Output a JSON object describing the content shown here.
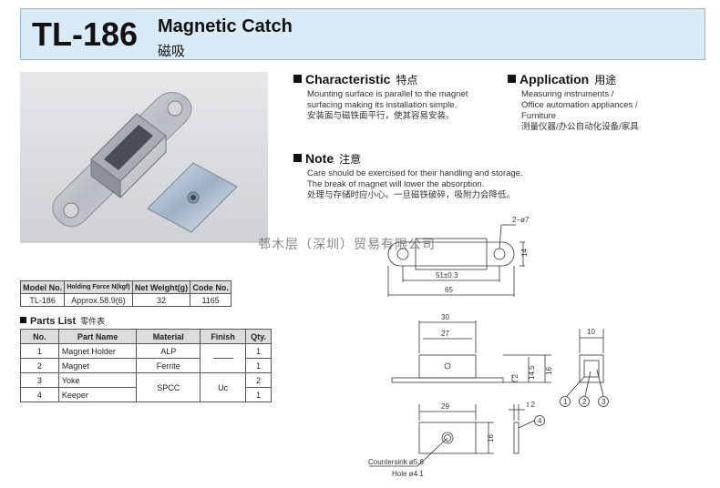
{
  "header": {
    "model": "TL-186",
    "product_en": "Magnetic Catch",
    "product_cn": "磁吸"
  },
  "characteristic": {
    "title": "Characteristic",
    "title_cn": "特点",
    "line1": "Mounting surface is parallel to the magnet",
    "line2": "surfacing making its installation simple.",
    "line_cn": "安装面与磁铁面平行，使其容易安装。"
  },
  "application": {
    "title": "Application",
    "title_cn": "用途",
    "line1": "Measuring instruments /",
    "line2": "Office automation appliances /",
    "line3": "Furniture",
    "line_cn": "测量仪器/办公自动化设备/家具"
  },
  "note": {
    "title": "Note",
    "title_cn": "注意",
    "line1": "Care should be exercised for their handling and storage.",
    "line2": "The break of magnet will lower the absorption.",
    "line_cn": "处理与存储时应小心。一旦磁铁破碎，吸附力会降低。"
  },
  "spec_table": {
    "headers": [
      "Model No.",
      "Holding Force N(kgf)",
      "Net Weight(g)",
      "Code No."
    ],
    "row": [
      "TL-186",
      "Approx.58.9(6)",
      "32",
      "1165"
    ]
  },
  "parts": {
    "title": "Parts List",
    "title_cn": "零件表",
    "headers": [
      "No.",
      "Part Name",
      "Material",
      "Finish",
      "Qty."
    ],
    "rows": [
      {
        "no": "1",
        "name": "Magnet Holder",
        "material": "ALP",
        "qty": "1"
      },
      {
        "no": "2",
        "name": "Magnet",
        "material": "Ferrite",
        "qty": "1"
      },
      {
        "no": "3",
        "name": "Yoke",
        "material": "SPCC",
        "qty": "2"
      },
      {
        "no": "4",
        "name": "Keeper",
        "material": "",
        "qty": "1"
      }
    ],
    "finish_uc": "Uc"
  },
  "watermark": "邨木层（深圳）贸易有限公司",
  "dimensions": {
    "holes": "2−ø7",
    "d14": "14",
    "pitch": "51±0.3",
    "length": "65",
    "w30": "30",
    "w27": "27",
    "t2": "t 2",
    "h145": "14.5",
    "h16": "16",
    "w10": "10",
    "w29": "29",
    "keeper_t2": "t 2",
    "keeper_h16": "16",
    "countersink": "Countersink ø5.6",
    "hole": "Hole ø4.1",
    "balloon1": "1",
    "balloon2": "2",
    "balloon3": "3",
    "balloon4": "4"
  }
}
